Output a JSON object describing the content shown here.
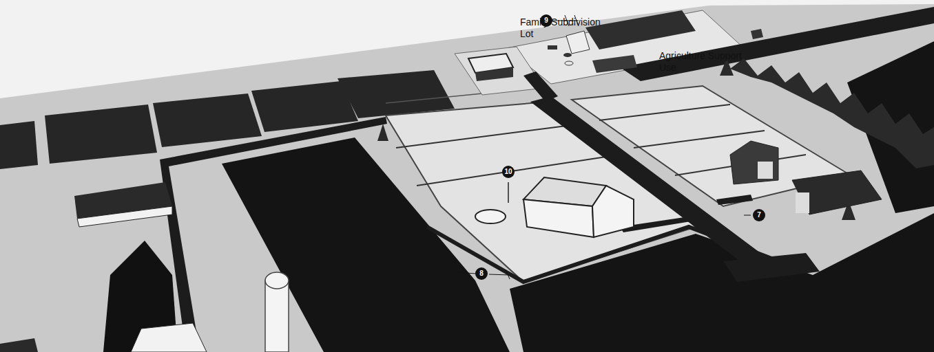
{
  "diagram": {
    "labels": [
      "Family Subdivision Lot",
      "Agriculture Support Use",
      "9",
      "10",
      "8",
      "7"
    ]
  }
}
